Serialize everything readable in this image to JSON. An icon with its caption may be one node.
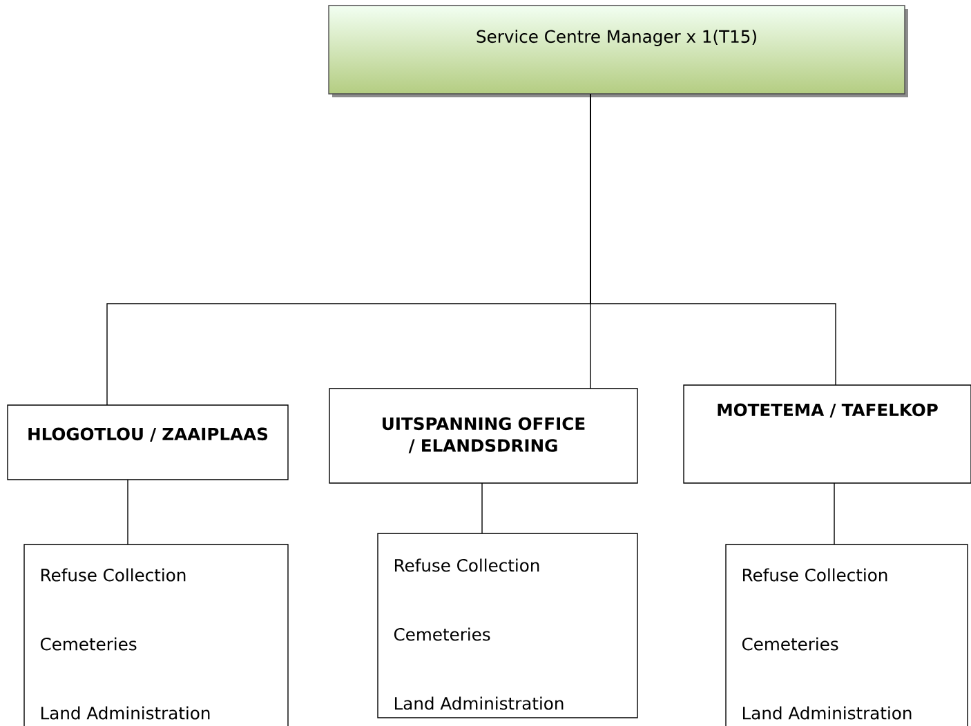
{
  "diagram": {
    "nodes": [
      {
        "text": [
          "Service Centre Manager x 1(T15)"
        ]
      },
      {
        "text": [
          "HLOGOTLOU / ZAAIPLAAS"
        ]
      },
      {
        "text": [
          "UITSPANNING OFFICE / ELANDSDRING"
        ]
      },
      {
        "text": [
          "MOTETEMA / TAFELKOP"
        ]
      },
      {
        "text": [
          "Refuse Collection",
          "Cemeteries",
          "Land Administration"
        ]
      },
      {
        "text": [
          "Refuse Collection",
          "Cemeteries",
          "Land Administration"
        ]
      },
      {
        "text": [
          "Refuse Collection",
          "Cemeteries",
          "Land Administration"
        ]
      }
    ],
    "edges": [
      {
        "from": 0,
        "to": 1,
        "arrow": "none"
      },
      {
        "from": 0,
        "to": 2,
        "arrow": "none"
      },
      {
        "from": 0,
        "to": 3,
        "arrow": "none"
      },
      {
        "from": 1,
        "to": 4,
        "arrow": "none"
      },
      {
        "from": 2,
        "to": 5,
        "arrow": "none"
      },
      {
        "from": 3,
        "to": 6,
        "arrow": "none"
      }
    ]
  }
}
